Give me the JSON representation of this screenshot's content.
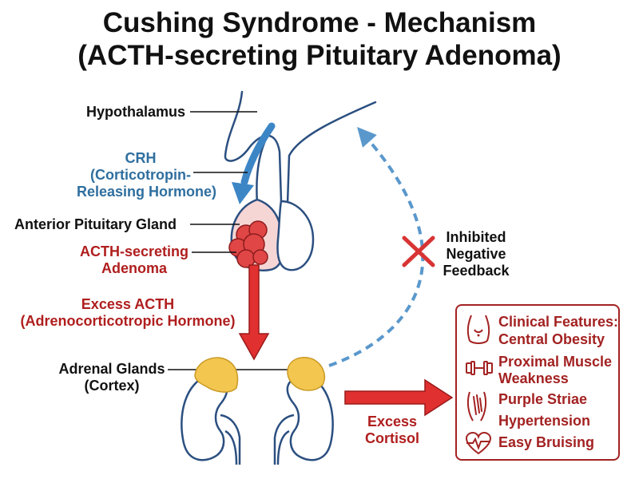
{
  "title_line1": "Cushing Syndrome - Mechanism",
  "title_line2": "(ACTH-secreting Pituitary Adenoma)",
  "labels": {
    "hypothalamus": "Hypothalamus",
    "crh_1": "CRH",
    "crh_2": "(Corticotropin-",
    "crh_3": "Releasing Hormone)",
    "anterior_pituitary": "Anterior Pituitary Gland",
    "adenoma_1": "ACTH-secreting",
    "adenoma_2": "Adenoma",
    "excess_acth_1": "Excess ACTH",
    "excess_acth_2": "(Adrenocorticotropic Hormone)",
    "adrenal_1": "Adrenal Glands",
    "adrenal_2": "(Cortex)",
    "feedback_1": "Inhibited",
    "feedback_2": "Negative",
    "feedback_3": "Feedback",
    "cortisol_1": "Excess",
    "cortisol_2": "Cortisol"
  },
  "features": {
    "heading": "Clinical Features:",
    "items": [
      {
        "line1": "Central Obesity",
        "icon": "abdomen-icon"
      },
      {
        "line1": "Proximal Muscle",
        "line2": "Weakness",
        "icon": "dumbbell-icon"
      },
      {
        "line1": "Purple Striae",
        "icon": "striae-icon"
      },
      {
        "line1": "Hypertension",
        "icon": "heart-pulse-icon"
      },
      {
        "line1": "Easy Bruising",
        "icon": "heart-pulse-icon"
      }
    ]
  },
  "colors": {
    "red_arrow": "#e03030",
    "blue_arrow": "#3d86c6",
    "feedback_dash": "#5a98cc",
    "adenoma": "#e04646",
    "adrenal_cortex": "#f3c650",
    "outline": "#2b4f80",
    "pituitary_fill": "#f6d5d5"
  }
}
